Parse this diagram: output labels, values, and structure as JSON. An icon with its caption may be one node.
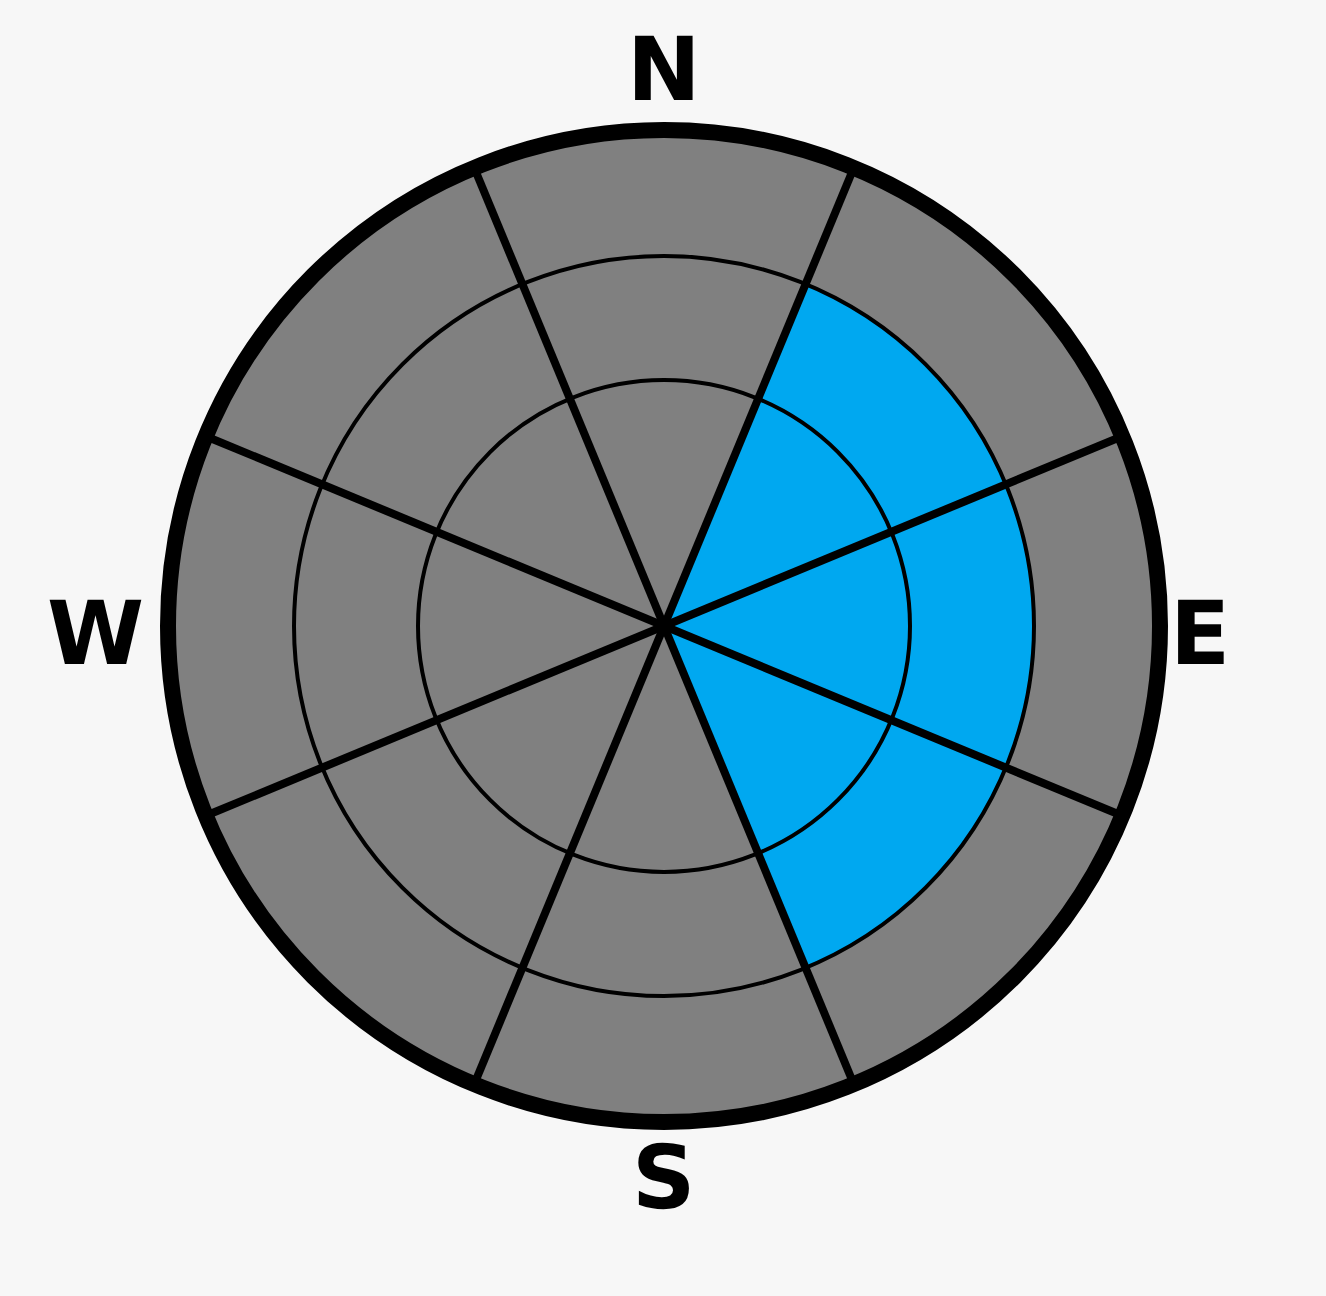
{
  "diagram": {
    "labels": [
      "N",
      "W",
      "E",
      "S"
    ]
  }
}
